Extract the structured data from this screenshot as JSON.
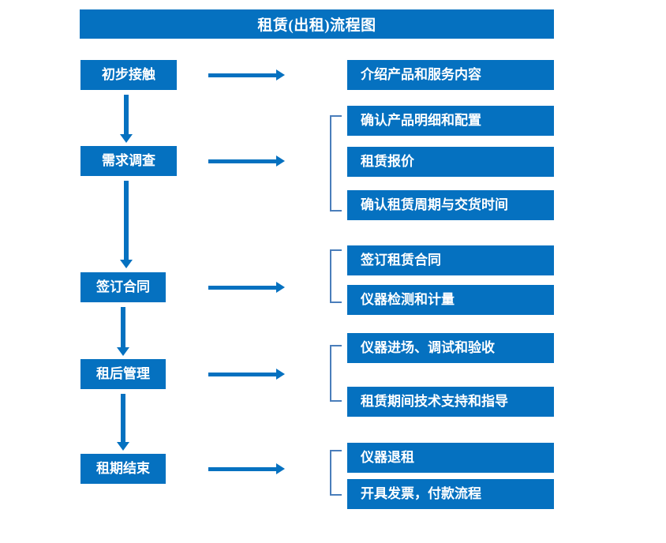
{
  "page": {
    "title": "租赁(出租)流程图",
    "background_color": "#ffffff",
    "accent_color": "#0571c0",
    "bracket_color": "#4a7ebb",
    "text_color": "#ffffff"
  },
  "flow": {
    "stages": [
      {
        "id": "stage-1",
        "label": "初步接触"
      },
      {
        "id": "stage-2",
        "label": "需求调查"
      },
      {
        "id": "stage-3",
        "label": "签订合同"
      },
      {
        "id": "stage-4",
        "label": "租后管理"
      },
      {
        "id": "stage-5",
        "label": "租期结束"
      }
    ],
    "details": [
      {
        "id": "detail-1",
        "label": "介绍产品和服务内容"
      },
      {
        "id": "detail-2",
        "label": "确认产品明细和配置"
      },
      {
        "id": "detail-3",
        "label": "租赁报价"
      },
      {
        "id": "detail-4",
        "label": "确认租赁周期与交货时间"
      },
      {
        "id": "detail-5",
        "label": "签订租赁合同"
      },
      {
        "id": "detail-6",
        "label": "仪器检测和计量"
      },
      {
        "id": "detail-7",
        "label": "仪器进场、调试和验收"
      },
      {
        "id": "detail-8",
        "label": "租赁期间技术支持和指导"
      },
      {
        "id": "detail-9",
        "label": "仪器退租"
      },
      {
        "id": "detail-10",
        "label": "开具发票，付款流程"
      }
    ]
  }
}
